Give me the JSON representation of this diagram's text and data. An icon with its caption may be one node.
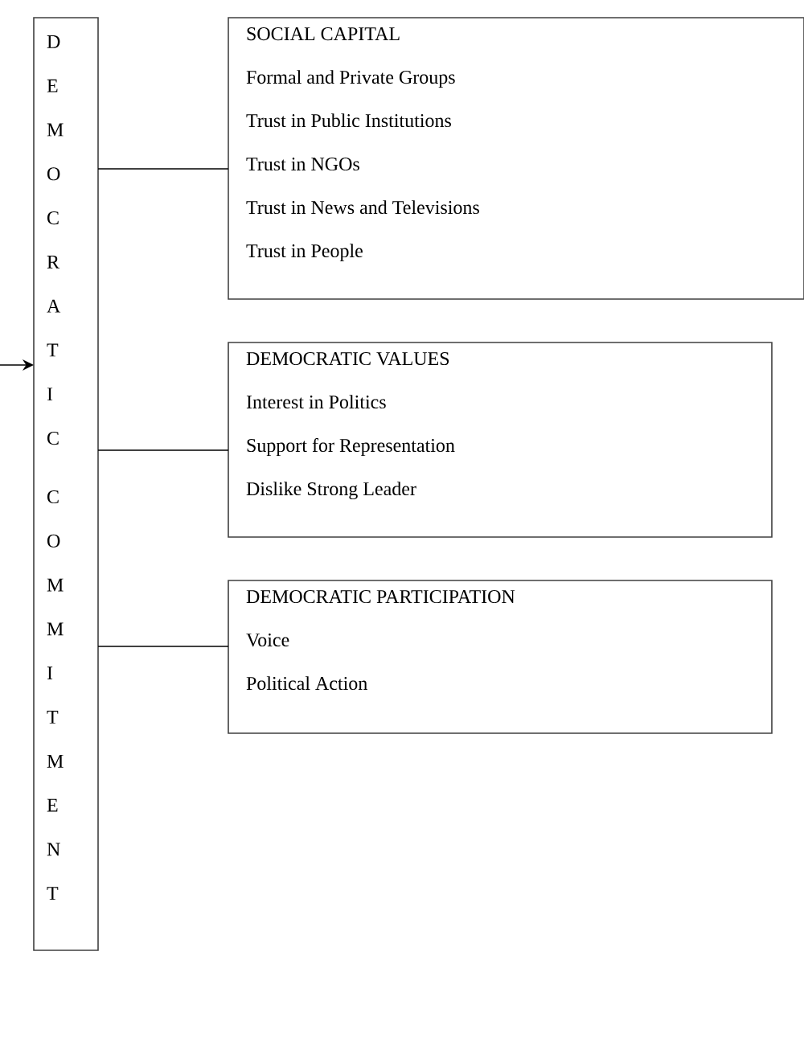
{
  "diagram": {
    "nodes": [
      {
        "text": [
          "D E M O C R A T I C",
          "C O M M I T M E N T"
        ]
      },
      {
        "text": [
          "SOCIAL CAPITAL",
          "Formal and Private Groups",
          "Trust in Public Institutions",
          "Trust in NGOs",
          "Trust in News and Televisions",
          "Trust in People"
        ]
      },
      {
        "text": [
          "DEMOCRATIC VALUES",
          "Interest in Politics",
          "Support for Representation",
          "Dislike Strong Leader"
        ]
      },
      {
        "text": [
          "DEMOCRATIC PARTICIPATION",
          "Voice",
          "Political Action"
        ]
      }
    ],
    "edges": [
      {
        "from": null,
        "to": 0,
        "arrow": "to"
      },
      {
        "from": 0,
        "to": 1,
        "arrow": "none"
      },
      {
        "from": 0,
        "to": 2,
        "arrow": "none"
      },
      {
        "from": 0,
        "to": 3,
        "arrow": "none"
      }
    ]
  }
}
